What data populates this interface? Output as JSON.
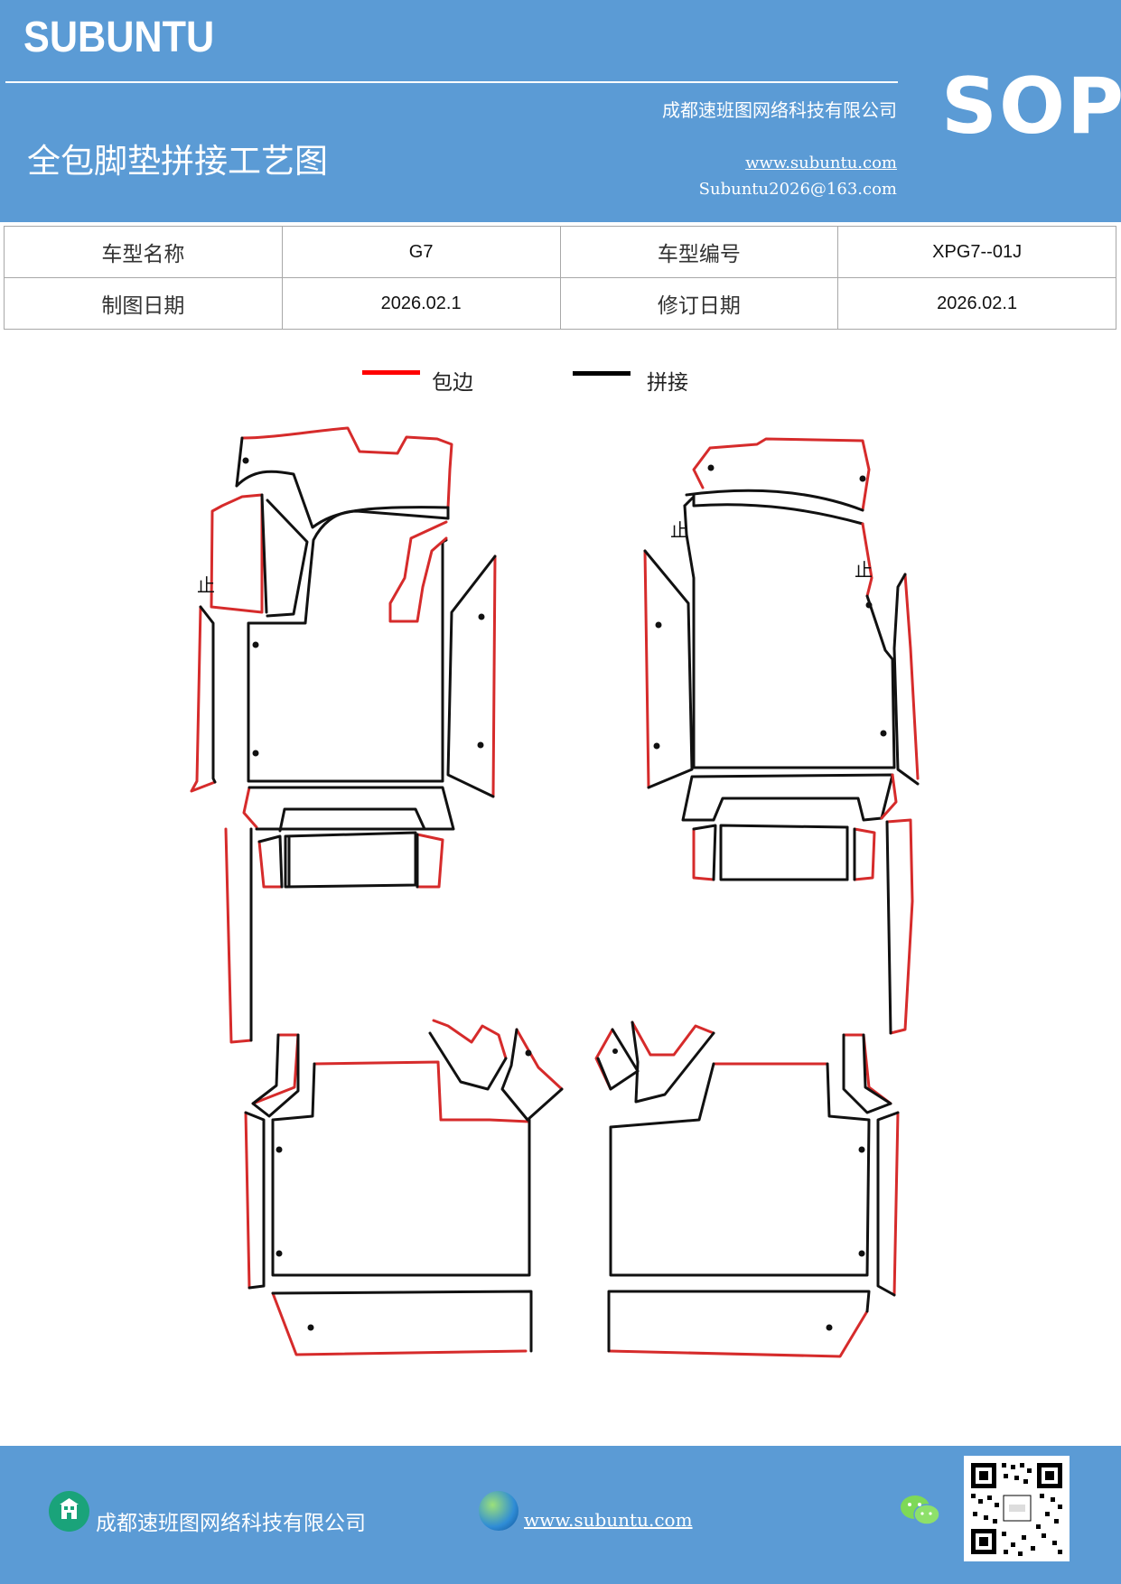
{
  "header": {
    "brand": "SUBUNTU",
    "company": "成都速班图网络科技有限公司",
    "title": "全包脚垫拼接工艺图",
    "website": "www.subuntu.com",
    "email": "Subuntu2026@163.com",
    "badge": "SOP"
  },
  "info_table": {
    "model_name_label": "车型名称",
    "model_name_value": "G7",
    "model_code_label": "车型编号",
    "model_code_value": "XPG7--01J",
    "draw_date_label": "制图日期",
    "draw_date_value": "2026.02.1",
    "revise_date_label": "修订日期",
    "revise_date_value": "2026.02.1"
  },
  "legend": {
    "items": [
      {
        "label": "包边",
        "color": "#ff0000"
      },
      {
        "label": "拼接",
        "color": "#000000"
      }
    ]
  },
  "drawing": {
    "stop_mark": "止",
    "edge_color": "#d62b2b",
    "seam_color": "#111111"
  },
  "footer": {
    "company": "成都速班图网络科技有限公司",
    "website": "www.subuntu.com",
    "company_icon": "building-icon",
    "web_icon": "globe-icon",
    "wechat_icon": "wechat-icon",
    "qr": "qr-code"
  }
}
